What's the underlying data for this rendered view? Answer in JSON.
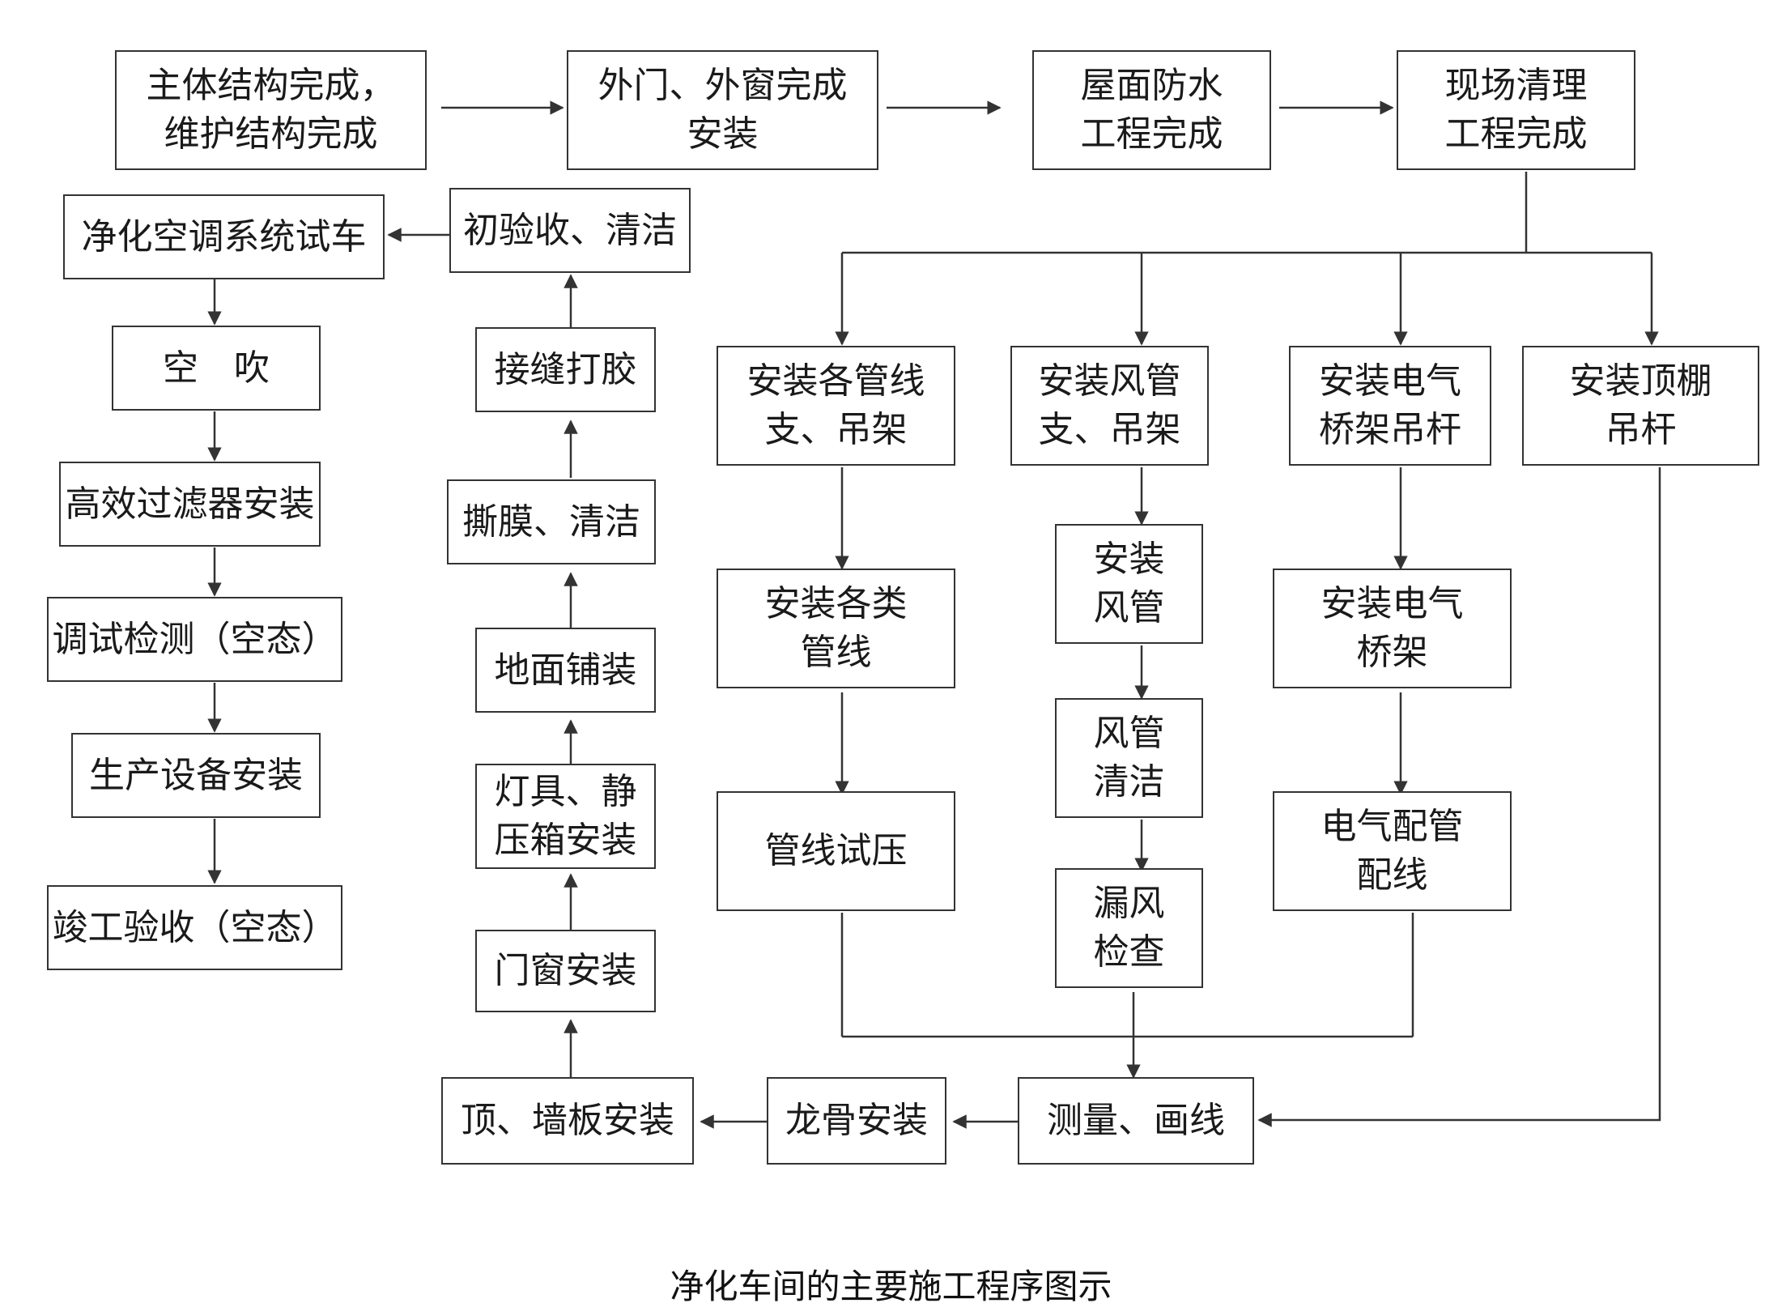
{
  "nodes": {
    "main_structure": [
      "主体结构完成，",
      "维护结构完成"
    ],
    "doors_windows_ext": [
      "外门、外窗完成",
      "安装"
    ],
    "roof_waterproof": [
      "屋面防水",
      "工程完成"
    ],
    "site_cleanup": [
      "现场清理",
      "工程完成"
    ],
    "pipe_supports": [
      "安装各管线",
      "支、吊架"
    ],
    "duct_supports": [
      "安装风管",
      "支、吊架"
    ],
    "tray_hangers": [
      "安装电气",
      "桥架吊杆"
    ],
    "ceiling_hangers": [
      "安装顶棚",
      "吊杆"
    ],
    "install_pipes": [
      "安装各类",
      "管线"
    ],
    "install_ducts": [
      "安装",
      "风管"
    ],
    "install_trays": [
      "安装电气",
      "桥架"
    ],
    "pipe_pressure_test": [
      "管线试压"
    ],
    "duct_cleaning": [
      "风管",
      "清洁"
    ],
    "wiring": [
      "电气配管",
      "配线"
    ],
    "leak_check": [
      "漏风",
      "检查"
    ],
    "survey_marking": [
      "测量、画线"
    ],
    "keel_install": [
      "龙骨安装"
    ],
    "panel_install": [
      "顶、墙板安装"
    ],
    "door_window_install": [
      "门窗安装"
    ],
    "lights_boxes": [
      "灯具、静",
      "压箱安装"
    ],
    "floor_paving": [
      "地面铺装"
    ],
    "film_cleaning": [
      "撕膜、清洁"
    ],
    "seam_glue": [
      "接缝打胶"
    ],
    "initial_acceptance": [
      "初验收、清洁"
    ],
    "hvac_trial": [
      "净化空调系统试车"
    ],
    "air_blow": [
      "空　吹"
    ],
    "hepa_install": [
      "高效过滤器安装"
    ],
    "commissioning": [
      "调试检测（空态）"
    ],
    "equipment_install": [
      "生产设备安装"
    ],
    "final_acceptance": [
      "竣工验收（空态）"
    ]
  },
  "caption": "净化车间的主要施工程序图示"
}
